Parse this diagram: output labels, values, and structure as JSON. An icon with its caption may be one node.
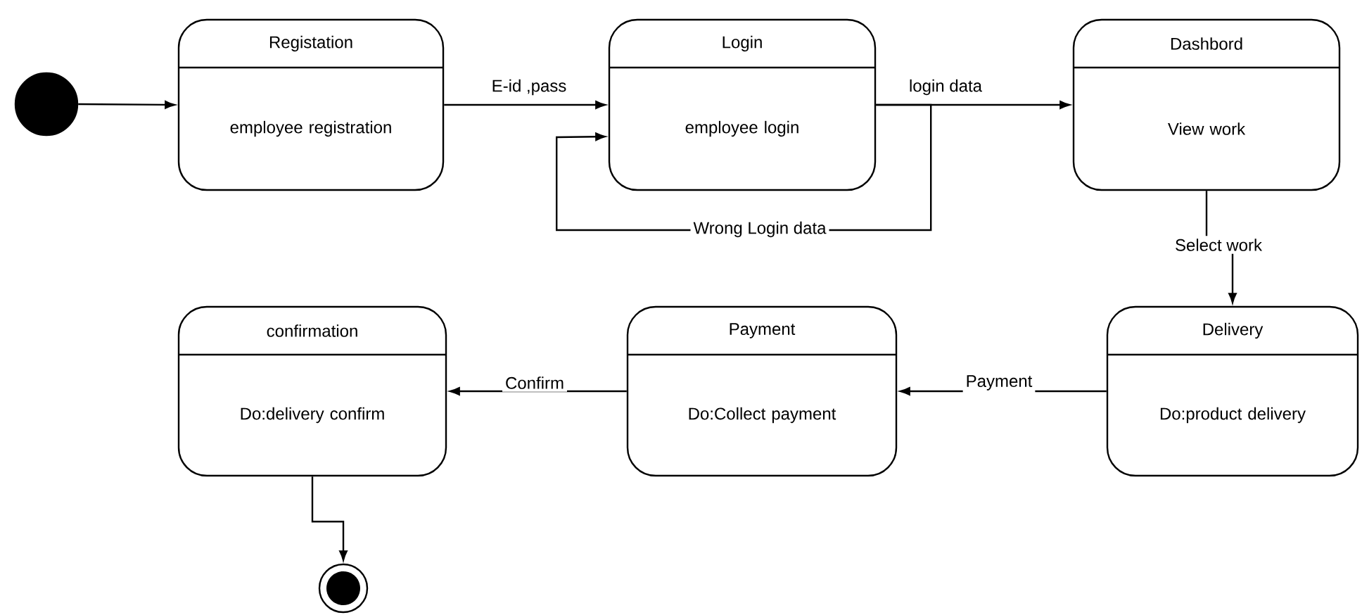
{
  "diagram": {
    "nodes": [
      {
        "text": [],
        "shape": "circle"
      },
      {
        "text": [
          "Registation",
          "employee registration"
        ]
      },
      {
        "text": [
          "Login",
          "employee login"
        ]
      },
      {
        "text": [
          "Dashbord",
          "View work"
        ]
      },
      {
        "text": [
          "Delivery",
          "Do:product delivery"
        ]
      },
      {
        "text": [
          "Payment",
          "Do:Collect payment"
        ]
      },
      {
        "text": [
          "confirmation",
          "Do:delivery confirm"
        ]
      },
      {
        "text": [],
        "shape": "circle"
      }
    ],
    "edges": [
      {
        "from": 0,
        "to": 1,
        "arrow": "to"
      },
      {
        "from": 1,
        "to": 2,
        "arrow": "to",
        "label": "E-id ,pass"
      },
      {
        "from": 2,
        "to": 3,
        "arrow": "to",
        "label": "login data"
      },
      {
        "from": 2,
        "to": 2,
        "arrow": "to",
        "label": "Wrong Login data"
      },
      {
        "from": 3,
        "to": 4,
        "arrow": "to",
        "label": "Select work"
      },
      {
        "from": 4,
        "to": 5,
        "arrow": "to",
        "label": "Payment"
      },
      {
        "from": 5,
        "to": 6,
        "arrow": "to",
        "label": "Confirm"
      },
      {
        "from": 6,
        "to": 7,
        "arrow": "to"
      }
    ]
  }
}
